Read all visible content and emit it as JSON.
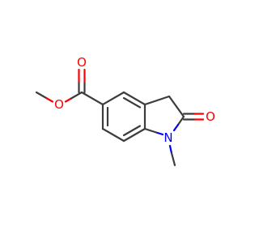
{
  "molecule": {
    "colors": {
      "carbon_bond": "#3c3c3c",
      "oxygen": "#ff0000",
      "nitrogen": "#0000ff",
      "background": "#ffffff"
    },
    "atoms": {
      "ester_ether_oxygen": "O",
      "ester_carbonyl_oxygen": "O",
      "lactam_oxygen": "O",
      "ring_nitrogen": "N"
    }
  }
}
